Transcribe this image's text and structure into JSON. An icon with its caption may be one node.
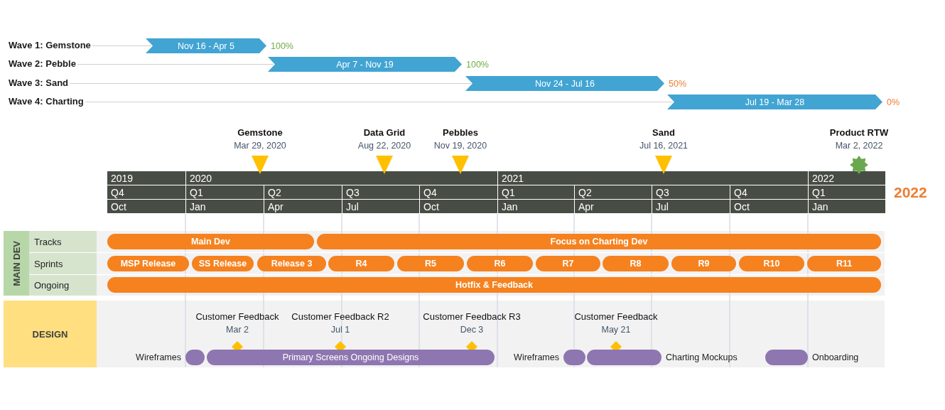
{
  "diagram": {
    "nodes": [
      {
        "text": [
          "Wave 1: Gemstone"
        ]
      },
      {
        "text": [
          "Nov 16 - Apr 5"
        ],
        "beside": [
          "100%"
        ]
      },
      {
        "text": [
          "Wave 2: Pebble"
        ]
      },
      {
        "text": [
          "Apr 7 - Nov 19"
        ],
        "beside": [
          "100%"
        ]
      },
      {
        "text": [
          "Wave 3: Sand"
        ]
      },
      {
        "text": [
          "Nov 24 - Jul 16"
        ],
        "beside": [
          "50%"
        ]
      },
      {
        "text": [
          "Wave 4: Charting"
        ]
      },
      {
        "text": [
          "Jul 19 - Mar 28"
        ],
        "beside": [
          "0%"
        ]
      },
      {
        "text": [
          "Gemstone",
          "Mar 29, 2020"
        ]
      },
      {
        "text": [
          "Data Grid",
          "Aug 22, 2020"
        ]
      },
      {
        "text": [
          "Pebbles",
          "Nov 19, 2020"
        ]
      },
      {
        "text": [
          "Sand",
          "Jul 16, 2021"
        ]
      },
      {
        "text": [
          "Product RTW",
          "Mar 2, 2022"
        ]
      },
      {
        "text": [
          "MAIN DEV"
        ]
      },
      {
        "text": [
          "Main Dev"
        ]
      },
      {
        "text": [
          "Focus on Charting Dev"
        ]
      },
      {
        "text": [
          "MSP Release"
        ]
      },
      {
        "text": [
          "SS Release"
        ]
      },
      {
        "text": [
          "Release 3"
        ]
      },
      {
        "text": [
          "R4"
        ]
      },
      {
        "text": [
          "R5"
        ]
      },
      {
        "text": [
          "R6"
        ]
      },
      {
        "text": [
          "R7"
        ]
      },
      {
        "text": [
          "R8"
        ]
      },
      {
        "text": [
          "R9"
        ]
      },
      {
        "text": [
          "R10"
        ]
      },
      {
        "text": [
          "R11"
        ]
      },
      {
        "text": [
          "Hotfix & Feedback"
        ]
      },
      {
        "text": [
          "DESIGN"
        ]
      },
      {
        "text": [
          "Customer Feedback",
          "Mar 2"
        ]
      },
      {
        "text": [
          "Customer Feedback R2",
          "Jul 1"
        ]
      },
      {
        "text": [
          "Customer Feedback R3",
          "Dec 3"
        ]
      },
      {
        "text": [
          "Customer Feedback",
          "May 21"
        ]
      },
      {
        "text": [],
        "shape": "bar",
        "beside": [
          "Wireframes"
        ]
      },
      {
        "text": [
          "Primary Screens Ongoing Designs"
        ]
      },
      {
        "text": [],
        "shape": "bar",
        "beside": [
          "Wireframes"
        ]
      },
      {
        "text": [],
        "shape": "bar",
        "beside": [
          "Charting Mockups"
        ]
      },
      {
        "text": [],
        "shape": "bar",
        "beside": [
          "Onboarding"
        ]
      }
    ],
    "edges": [
      {
        "from": 0,
        "to": 1,
        "arrow": "none"
      },
      {
        "from": 2,
        "to": 3,
        "arrow": "none"
      },
      {
        "from": 4,
        "to": 5,
        "arrow": "none"
      },
      {
        "from": 6,
        "to": 7,
        "arrow": "none"
      }
    ],
    "labels": [
      "2019",
      "2020",
      "2021",
      "2022",
      "Q4",
      "Q1",
      "Q2",
      "Q3",
      "Q4",
      "Q1",
      "Q2",
      "Q3",
      "Q4",
      "Q1",
      "Oct",
      "Jan",
      "Apr",
      "Jul",
      "Oct",
      "Jan",
      "Apr",
      "Jul",
      "Oct",
      "Jan",
      "2022",
      "Tracks",
      "Sprints",
      "Ongoing"
    ]
  }
}
